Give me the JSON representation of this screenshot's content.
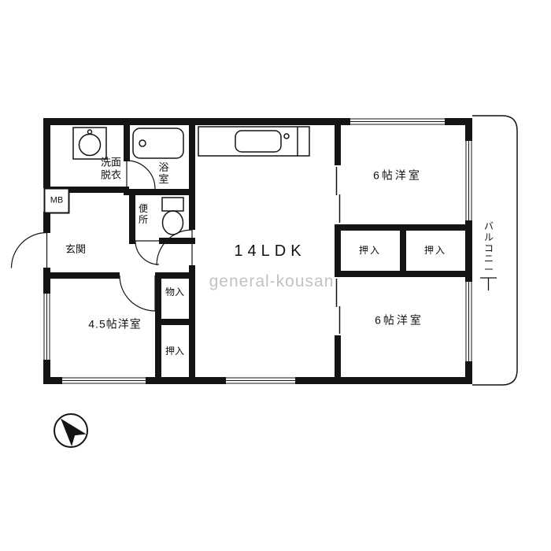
{
  "floorplan": {
    "watermark": "general-kousan",
    "labels": {
      "washroom": "洗面脱衣",
      "bath": "浴室",
      "meter_box": "MB",
      "toilet": "便所",
      "entrance": "玄関",
      "living": "14LDK",
      "closet_a": "押入",
      "closet_b": "押入",
      "closet_c": "押入",
      "storage": "物入",
      "western_room_6_top": "6帖洋室",
      "western_room_6_bottom": "6帖洋室",
      "western_room_45": "4.5帖洋室",
      "balcony": "バルコニー"
    },
    "colors": {
      "wall": "#141414",
      "background": "#ffffff",
      "watermark_gray": "#9a9a9a"
    }
  }
}
